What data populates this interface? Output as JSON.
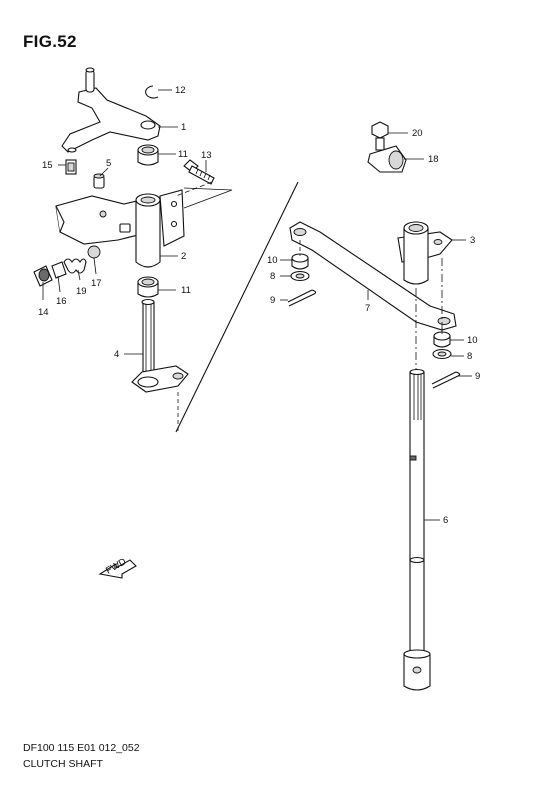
{
  "figure": {
    "title": "FIG.52"
  },
  "footer": {
    "code": "DF100 115 E01 012_052",
    "title": "CLUTCH SHAFT"
  },
  "fwd_marker": {
    "label": "FWD",
    "icon": "fwd-arrow-icon"
  },
  "callouts": [
    {
      "id": "c12",
      "label": "12"
    },
    {
      "id": "c1",
      "label": "1"
    },
    {
      "id": "c11a",
      "label": "11"
    },
    {
      "id": "c13",
      "label": "13"
    },
    {
      "id": "c15",
      "label": "15"
    },
    {
      "id": "c5",
      "label": "5"
    },
    {
      "id": "c2",
      "label": "2"
    },
    {
      "id": "c14",
      "label": "14"
    },
    {
      "id": "c16",
      "label": "16"
    },
    {
      "id": "c19",
      "label": "19"
    },
    {
      "id": "c17",
      "label": "17"
    },
    {
      "id": "c11b",
      "label": "11"
    },
    {
      "id": "c4",
      "label": "4"
    },
    {
      "id": "c20",
      "label": "20"
    },
    {
      "id": "c18",
      "label": "18"
    },
    {
      "id": "c3",
      "label": "3"
    },
    {
      "id": "c10a",
      "label": "10"
    },
    {
      "id": "c8a",
      "label": "8"
    },
    {
      "id": "c9a",
      "label": "9"
    },
    {
      "id": "c7",
      "label": "7"
    },
    {
      "id": "c10b",
      "label": "10"
    },
    {
      "id": "c8b",
      "label": "8"
    },
    {
      "id": "c9b",
      "label": "9"
    },
    {
      "id": "c6",
      "label": "6"
    }
  ]
}
